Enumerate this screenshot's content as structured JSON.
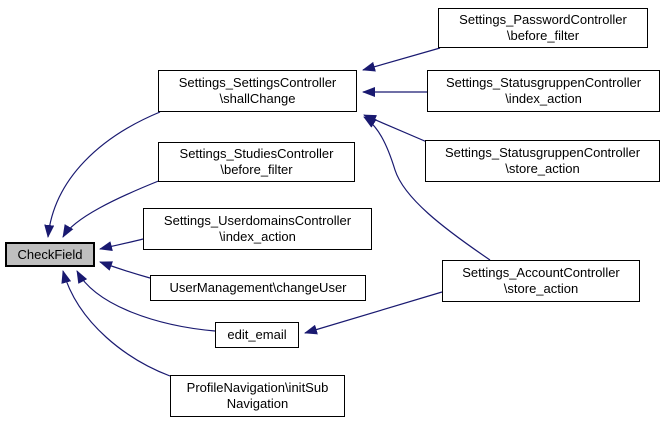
{
  "graph": {
    "type": "caller-graph",
    "focus_node": "CheckField"
  },
  "nodes": [
    {
      "id": "checkfield",
      "label": "CheckField",
      "highlighted": true
    },
    {
      "id": "settings_settingscontroller_shallchange",
      "label": "Settings_SettingsController\n\\shallChange"
    },
    {
      "id": "settings_passwordcontroller_before_filter",
      "label": "Settings_PasswordController\n\\before_filter"
    },
    {
      "id": "settings_statusgruppencontroller_index_action",
      "label": "Settings_StatusgruppenController\n\\index_action"
    },
    {
      "id": "settings_statusgruppencontroller_store_action",
      "label": "Settings_StatusgruppenController\n\\store_action"
    },
    {
      "id": "settings_studiescontroller_before_filter",
      "label": "Settings_StudiesController\n\\before_filter"
    },
    {
      "id": "settings_userdomainscontroller_index_action",
      "label": "Settings_UserdomainsController\n\\index_action"
    },
    {
      "id": "usermanagement_changeuser",
      "label": "UserManagement\\changeUser"
    },
    {
      "id": "settings_accountcontroller_store_action",
      "label": "Settings_AccountController\n\\store_action"
    },
    {
      "id": "edit_email",
      "label": "edit_email"
    },
    {
      "id": "profilenavigation_initsubnavigation",
      "label": "ProfileNavigation\\initSub\nNavigation"
    }
  ],
  "edges": [
    {
      "from": "settings_settingscontroller_shallchange",
      "to": "checkfield"
    },
    {
      "from": "settings_studiescontroller_before_filter",
      "to": "checkfield"
    },
    {
      "from": "settings_userdomainscontroller_index_action",
      "to": "checkfield"
    },
    {
      "from": "usermanagement_changeuser",
      "to": "checkfield"
    },
    {
      "from": "edit_email",
      "to": "checkfield"
    },
    {
      "from": "profilenavigation_initsubnavigation",
      "to": "checkfield"
    },
    {
      "from": "settings_passwordcontroller_before_filter",
      "to": "settings_settingscontroller_shallchange"
    },
    {
      "from": "settings_statusgruppencontroller_index_action",
      "to": "settings_settingscontroller_shallchange"
    },
    {
      "from": "settings_statusgruppencontroller_store_action",
      "to": "settings_settingscontroller_shallchange"
    },
    {
      "from": "settings_accountcontroller_store_action",
      "to": "settings_settingscontroller_shallchange"
    },
    {
      "from": "settings_accountcontroller_store_action",
      "to": "edit_email"
    }
  ],
  "colors": {
    "edge": "#191970",
    "node_border": "#000000",
    "node_fill": "#ffffff",
    "highlight_fill": "#bfbfbf",
    "text": "#000000",
    "background": "#ffffff"
  }
}
